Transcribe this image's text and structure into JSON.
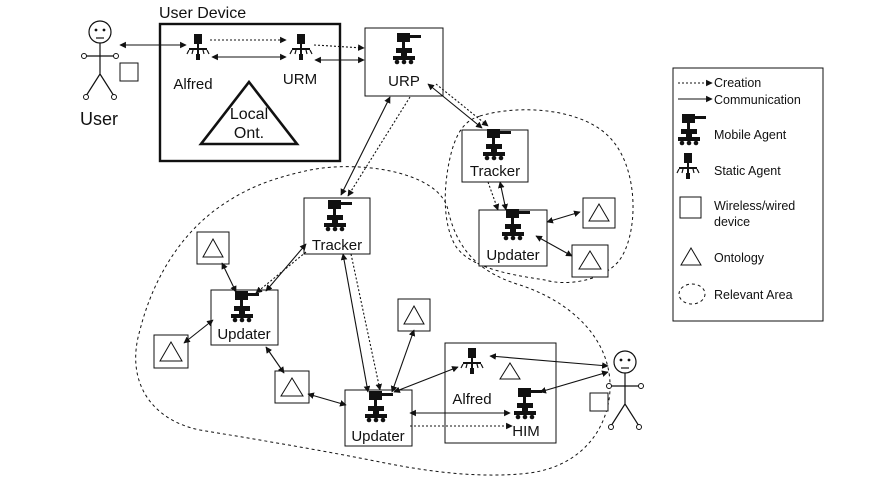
{
  "labels": {
    "user_device": "User Device",
    "user": "User",
    "alfred": "Alfred",
    "urm": "URM",
    "local_ont_line1": "Local",
    "local_ont_line2": "Ont.",
    "urp": "URP",
    "tracker_right": "Tracker",
    "updater_right": "Updater",
    "tracker_center": "Tracker",
    "updater_left": "Updater",
    "updater_bottom": "Updater",
    "alfred_bottom": "Alfred",
    "him": "HIM"
  },
  "legend": {
    "creation": "Creation",
    "communication": "Communication",
    "mobile_agent": "Mobile Agent",
    "static_agent": "Static Agent",
    "device_line1": "Wireless/wired",
    "device_line2": "device",
    "ontology": "Ontology",
    "relevant_area": "Relevant Area"
  }
}
